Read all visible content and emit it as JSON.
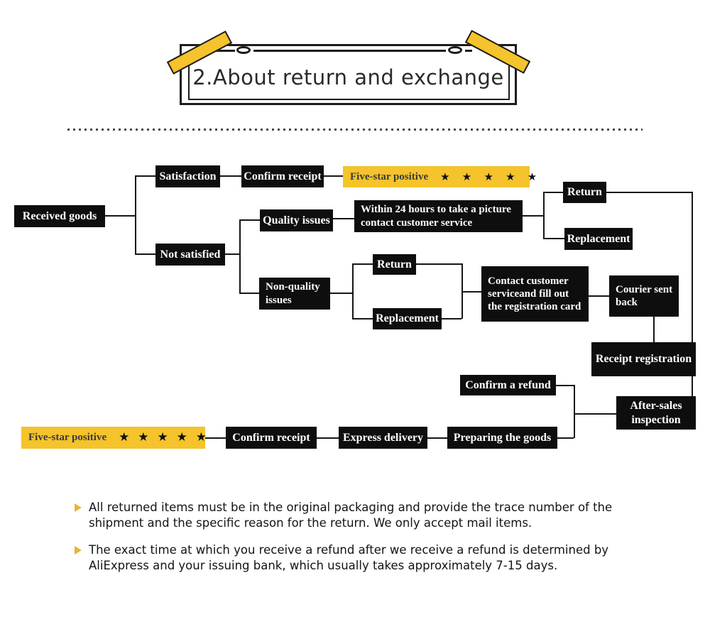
{
  "banner": {
    "title": "2.About return and exchange"
  },
  "colors": {
    "accent_yellow": "#F5C32B",
    "box_black": "#0E0E0E",
    "line": "#161616",
    "bullet_gold": "#E8B436",
    "title_text": "#2a2a2a"
  },
  "nodes": {
    "received_goods": {
      "label": "Received goods"
    },
    "satisfaction": {
      "label": "Satisfaction"
    },
    "confirm_receipt_top": {
      "label": "Confirm receipt"
    },
    "five_star_top": {
      "label": "Five-star positive",
      "stars": "★ ★ ★ ★ ★"
    },
    "quality_issues": {
      "label": "Quality issues"
    },
    "not_satisfied": {
      "label": "Not satisfied"
    },
    "within_24": {
      "label": "Within 24 hours to take a picture\ncontact customer service"
    },
    "return_right": {
      "label": "Return"
    },
    "replacement_right": {
      "label": "Replacement"
    },
    "non_quality": {
      "label": "Non-quality\nissues"
    },
    "return_mid": {
      "label": "Return"
    },
    "replacement_mid": {
      "label": "Replacement"
    },
    "contact_customer": {
      "label": "Contact customer\nserviceand fill out\nthe registration card"
    },
    "courier_sent": {
      "label": "Courier sent\nback"
    },
    "receipt_registration": {
      "label": "Receipt registration"
    },
    "confirm_refund": {
      "label": "Confirm a refund"
    },
    "after_sales": {
      "label": "After-sales\ninspection"
    },
    "preparing_goods": {
      "label": "Preparing the goods"
    },
    "express_delivery": {
      "label": "Express delivery"
    },
    "confirm_receipt_bottom": {
      "label": "Confirm receipt"
    },
    "five_star_bottom": {
      "label": "Five-star positive",
      "stars": "★ ★ ★ ★ ★"
    }
  },
  "notes": [
    {
      "text": "All returned items must be in the original packaging and provide the trace number of the shipment and the specific reason for the return. We only accept mail items."
    },
    {
      "text": "The exact time at which you receive a refund after we receive a refund is determined by AliExpress and your issuing bank, which usually takes approximately 7-15 days."
    }
  ]
}
